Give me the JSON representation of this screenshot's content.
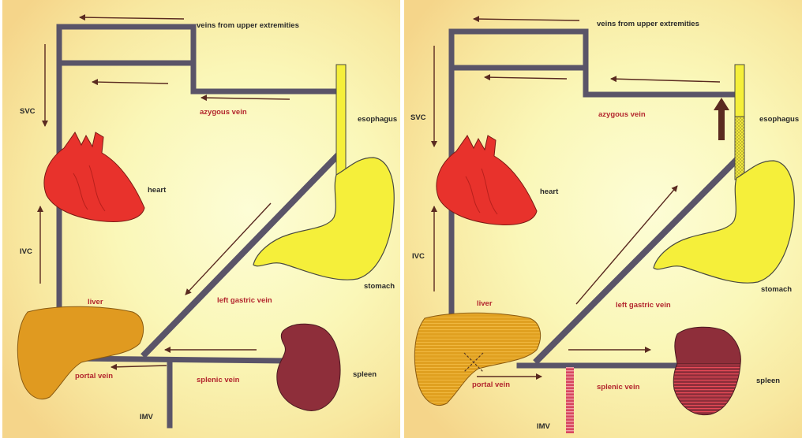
{
  "colors": {
    "vein": "#5a5468",
    "arrow": "#5a2a20",
    "heart": "#e8322c",
    "liver": "#e09a20",
    "stomach": "#f5ef3a",
    "spleen": "#8e2e3a",
    "label_red": "#b3262e",
    "label_dark": "#2a2a2a"
  },
  "panels": [
    {
      "labels": {
        "veins_upper": "veins from upper extremities",
        "azygous": "azygous vein",
        "svc": "SVC",
        "esophagus": "esophagus",
        "heart": "heart",
        "ivc": "IVC",
        "stomach": "stomach",
        "left_gastric": "left gastric vein",
        "liver": "liver",
        "spleen": "spleen",
        "splenic": "splenic vein",
        "portal": "portal vein",
        "imv": "IMV"
      }
    },
    {
      "labels": {
        "veins_upper": "veins from upper extremities",
        "azygous": "azygous vein",
        "svc": "SVC",
        "esophagus": "esophagus",
        "heart": "heart",
        "ivc": "IVC",
        "stomach": "stomach",
        "left_gastric": "left gastric vein",
        "liver": "liver",
        "spleen": "spleen",
        "splenic": "splenic vein",
        "portal": "portal vein",
        "imv": "IMV"
      }
    }
  ]
}
